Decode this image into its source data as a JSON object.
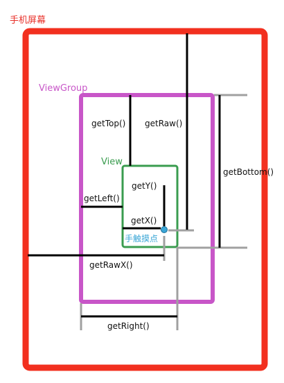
{
  "labels": {
    "screen": "手机屏幕",
    "viewgroup": "ViewGroup",
    "view": "View",
    "get_top": "getTop()",
    "get_raw": "getRaw()",
    "get_bottom": "getBottom()",
    "get_y": "getY()",
    "get_left": "getLeft()",
    "get_x": "getX()",
    "touch_point": "手触摸点",
    "get_raw_x": "getRawX()",
    "get_right": "getRight()"
  },
  "colors": {
    "screen_border": "#f2301f",
    "viewgroup_border": "#c856c8",
    "view_border": "#3a9c4f",
    "touch_point": "#3aa6d6",
    "measure_line": "#000000",
    "guide_line": "#a0a0a0"
  }
}
